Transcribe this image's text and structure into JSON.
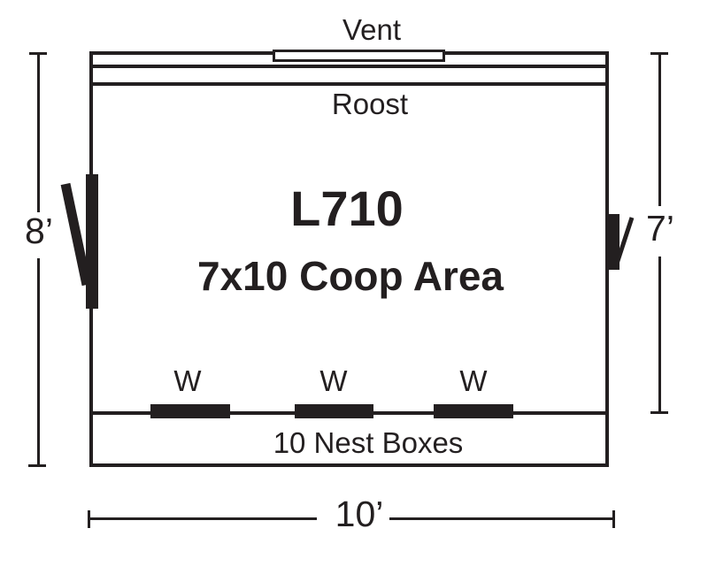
{
  "colors": {
    "ink": "#231f20",
    "background": "#ffffff"
  },
  "plan": {
    "model": "L710",
    "area_label": "7x10 Coop Area",
    "vent_label": "Vent",
    "roost_label": "Roost",
    "nest_boxes_label": "10 Nest Boxes",
    "window_labels": [
      "W",
      "W",
      "W"
    ],
    "dimensions": {
      "left": "8’",
      "right": "7’",
      "bottom": "10’"
    }
  }
}
